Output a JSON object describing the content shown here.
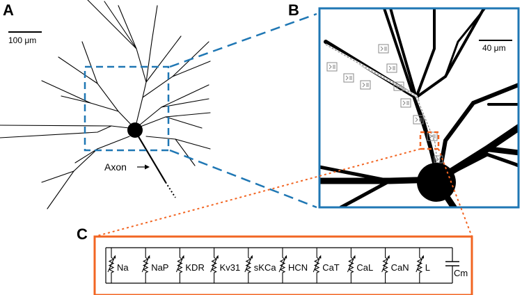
{
  "panels": {
    "a": {
      "letter": "A",
      "scale_bar": "100 μm",
      "axon_label": "Axon"
    },
    "b": {
      "letter": "B",
      "scale_bar": "40 μm"
    },
    "c": {
      "letter": "C",
      "capacitor_label": "Cm"
    }
  },
  "channels": [
    "Na",
    "NaP",
    "KDR",
    "Kv31",
    "sKCa",
    "HCN",
    "CaT",
    "CaL",
    "CaN",
    "L"
  ],
  "colors": {
    "zoom_box": "#1f77b4",
    "circuit_box": "#f26522",
    "stroke": "#000000",
    "compartment": "#888888"
  }
}
